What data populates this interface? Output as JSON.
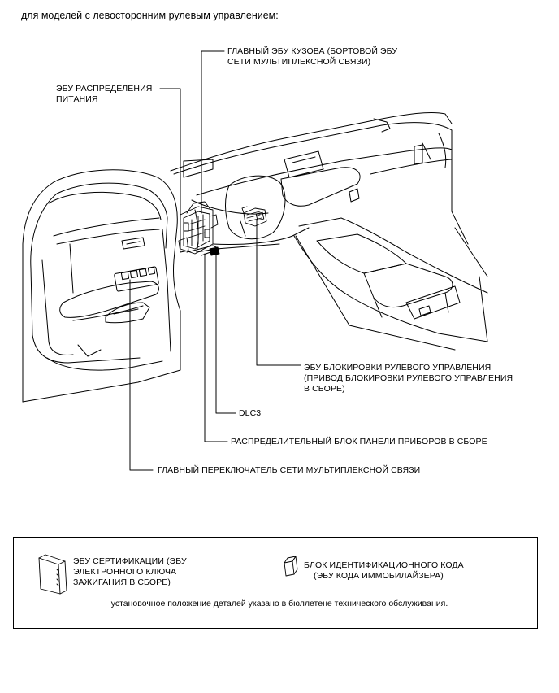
{
  "heading": "для моделей с левосторонним рулевым управлением:",
  "labels": {
    "main_body_ecu_line1": "ГЛАВНЫЙ ЭБУ КУЗОВА (БОРТОВОЙ ЭБУ",
    "main_body_ecu_line2": "СЕТИ МУЛЬТИПЛЕКСНОЙ СВЯЗИ)",
    "power_dist_ecu_line1": "ЭБУ РАСПРЕДЕЛЕНИЯ",
    "power_dist_ecu_line2": "ПИТАНИЯ",
    "steering_lock_line1": "ЭБУ БЛОКИРОВКИ РУЛЕВОГО УПРАВЛЕНИЯ",
    "steering_lock_line2": "(ПРИВОД БЛОКИРОВКИ РУЛЕВОГО УПРАВЛЕНИЯ",
    "steering_lock_line3": "В СБОРЕ)",
    "dlc3": "DLC3",
    "junction_block": "РАСПРЕДЕЛИТЕЛЬНЫЙ БЛОК ПАНЕЛИ ПРИБОРОВ В СБОРЕ",
    "multiplex_switch": "ГЛАВНЫЙ ПЕРЕКЛЮЧАТЕЛЬ СЕТИ МУЛЬТИПЛЕКСНОЙ СВЯЗИ"
  },
  "legend": {
    "cert_ecu_line1": "ЭБУ СЕРТИФИКАЦИИ (ЭБУ",
    "cert_ecu_line2": "ЭЛЕКТРОННОГО КЛЮЧА",
    "cert_ecu_line3": "ЗАЖИГАНИЯ В СБОРЕ)",
    "id_code_line1": "БЛОК ИДЕНТИФИКАЦИОННОГО КОДА",
    "id_code_line2": "(ЭБУ КОДА ИММОБИЛАЙЗЕРА)",
    "note": "установочное положение деталей указано в бюллетене технического обслуживания."
  }
}
